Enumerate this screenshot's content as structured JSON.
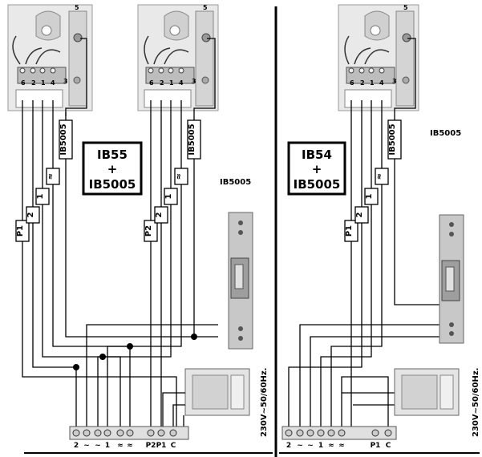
{
  "left_panel": {
    "box_title_line1": "IB55",
    "box_plus": "+",
    "box_title_line2": "IB5005",
    "module_label": "IB5005",
    "voltage_label": "230V~50/60Hz.",
    "unit_terminals": [
      "6",
      "2",
      "1",
      "4",
      "3",
      "5"
    ],
    "wire_tags_unit1": [
      "P1",
      "2",
      "1",
      "≈",
      "IB5005"
    ],
    "wire_tags_unit2": [
      "P2",
      "2",
      "1",
      "≈",
      "IB5005"
    ],
    "bottom_terminals": [
      "2",
      "~",
      "~",
      "1",
      "≈",
      "≈",
      "P2",
      "P1",
      "C"
    ]
  },
  "right_panel": {
    "box_title_line1": "IB54",
    "box_plus": "+",
    "box_title_line2": "IB5005",
    "module_label": "IB5005",
    "voltage_label": "230V~50/60Hz.",
    "unit_terminals": [
      "6",
      "2",
      "1",
      "4",
      "3",
      "5"
    ],
    "wire_tags_unit": [
      "P1",
      "2",
      "1",
      "≈",
      "IB5005"
    ],
    "bottom_terminals": [
      "2",
      "~",
      "~",
      "1",
      "≈",
      "≈",
      "P1",
      "C"
    ]
  }
}
